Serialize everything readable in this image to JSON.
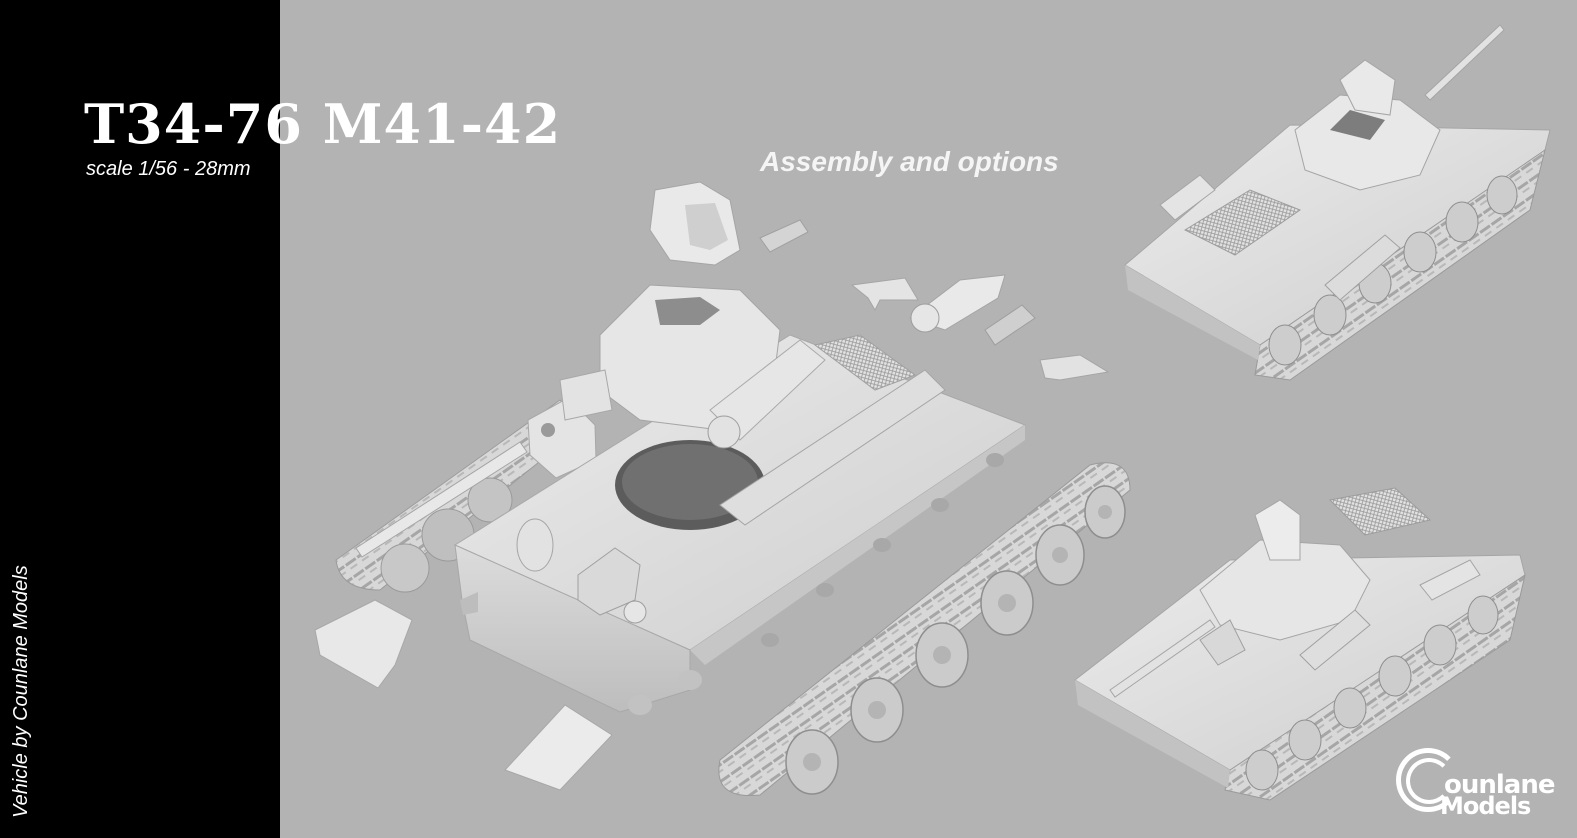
{
  "title": {
    "model_name": "T34-76 M41-42",
    "scale": "scale 1/56 - 28mm"
  },
  "credit": "Vehicle by Counlane Models",
  "heading": "Assembly and options",
  "logo": {
    "line1": "ounlane",
    "line2": "Models",
    "brand": "Counlane Models"
  },
  "colors": {
    "background": "#b3b3b3",
    "panel": "#000000",
    "text": "#ffffff",
    "model_light": "#e6e6e6",
    "model_mid": "#cfcfcf",
    "model_shadow": "#8a8a8a"
  },
  "renders": [
    {
      "name": "exploded-assembly",
      "label": "Exploded hull, turret and parts"
    },
    {
      "name": "detached-track",
      "label": "Track run with road wheels"
    },
    {
      "name": "assembled-rear-view",
      "label": "Assembled tank rear three-quarter view"
    },
    {
      "name": "assembled-front-view",
      "label": "Assembled tank front three-quarter view"
    }
  ]
}
